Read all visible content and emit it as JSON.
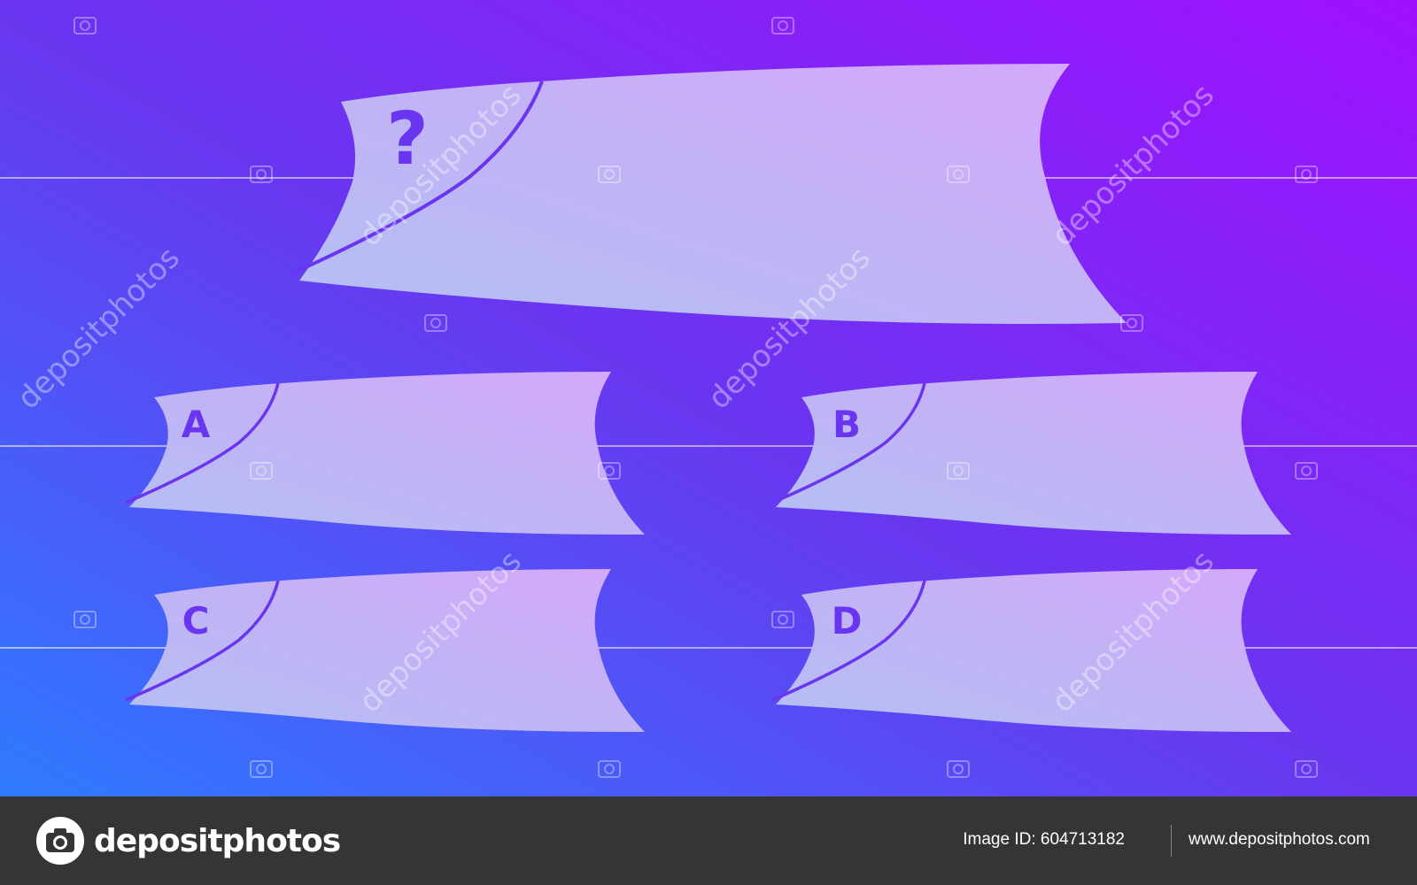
{
  "question": {
    "symbol": "?"
  },
  "options": [
    {
      "letter": "A"
    },
    {
      "letter": "B"
    },
    {
      "letter": "C"
    },
    {
      "letter": "D"
    }
  ],
  "watermark": {
    "text": "depositphotos"
  },
  "footer": {
    "brand": "depositphotos",
    "image_id": "Image ID: 604713182",
    "site": "www.depositphotos.com"
  },
  "colors": {
    "gradient_start": "#2f7bff",
    "gradient_mid": "#6a35f0",
    "gradient_end": "#a010ff",
    "card_light": "#b8b4f2",
    "card_end": "#d2a6fb",
    "label": "#6a35f0",
    "footer_bg": "#353535"
  }
}
